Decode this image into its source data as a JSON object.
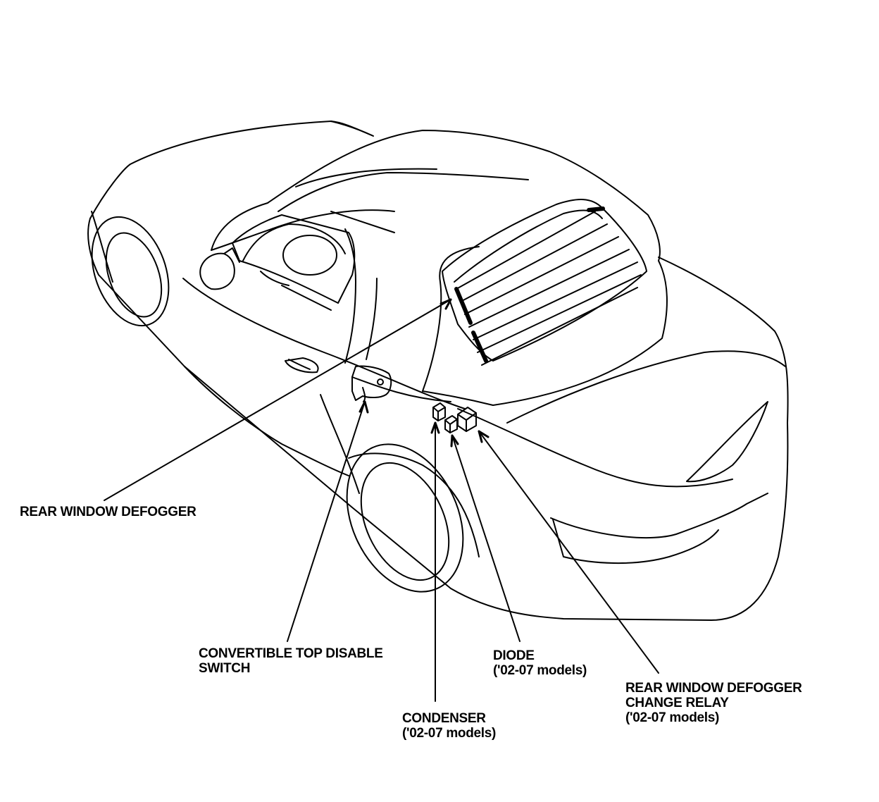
{
  "diagram": {
    "callouts": [
      {
        "id": "rear-window-defogger",
        "lines": [
          "REAR WINDOW DEFOGGER"
        ]
      },
      {
        "id": "convertible-top-disable-switch",
        "lines": [
          "CONVERTIBLE TOP DISABLE",
          "SWITCH"
        ]
      },
      {
        "id": "condenser",
        "lines": [
          "CONDENSER",
          "('02-07 models)"
        ]
      },
      {
        "id": "diode",
        "lines": [
          "DIODE",
          "('02-07 models)"
        ]
      },
      {
        "id": "rear-window-defogger-change-relay",
        "lines": [
          "REAR WINDOW DEFOGGER",
          "CHANGE RELAY",
          "('02-07 models)"
        ]
      }
    ],
    "colors": {
      "ink": "#000000",
      "paper": "#ffffff"
    }
  }
}
